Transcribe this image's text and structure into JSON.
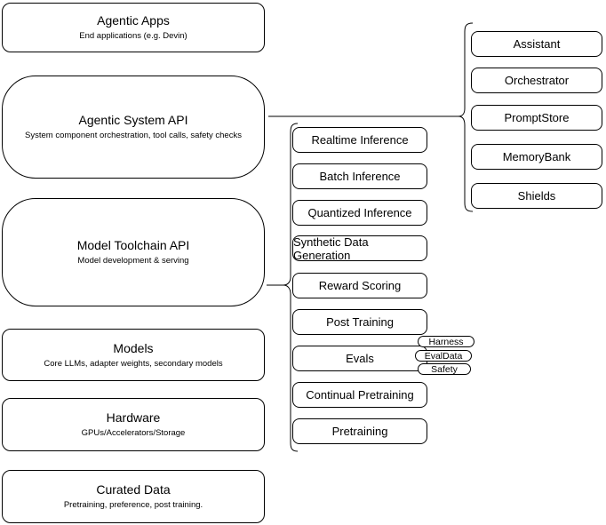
{
  "left_stack": [
    {
      "title": "Agentic Apps",
      "subtitle": "End applications (e.g. Devin)"
    },
    {
      "title": "Agentic System API",
      "subtitle": "System component orchestration, tool calls, safety checks"
    },
    {
      "title": "Model Toolchain API",
      "subtitle": "Model development & serving"
    },
    {
      "title": "Models",
      "subtitle": "Core LLMs, adapter weights, secondary models"
    },
    {
      "title": "Hardware",
      "subtitle": "GPUs/Accelerators/Storage"
    },
    {
      "title": "Curated Data",
      "subtitle": "Pretraining, preference, post training."
    }
  ],
  "toolchain_items": [
    "Realtime Inference",
    "Batch Inference",
    "Quantized Inference",
    "Synthetic Data Generation",
    "Reward Scoring",
    "Post Training",
    "Evals",
    "Continual Pretraining",
    "Pretraining"
  ],
  "system_components": [
    "Assistant",
    "Orchestrator",
    "PromptStore",
    "MemoryBank",
    "Shields"
  ],
  "eval_pills": [
    "Harness",
    "EvalData",
    "Safety"
  ],
  "colors": {
    "line": "#000000",
    "box_fill": "#ffffff",
    "text": "#000000"
  }
}
